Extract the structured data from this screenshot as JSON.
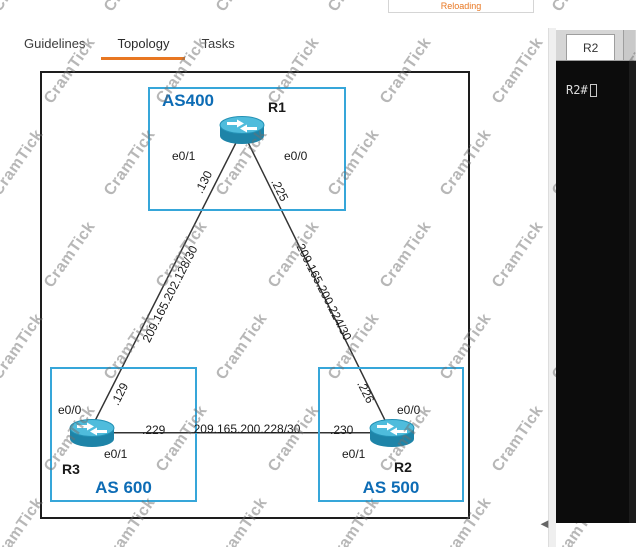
{
  "watermark": {
    "text": "CramTick"
  },
  "top_fragment": {
    "text": "Reloading"
  },
  "tabs": [
    {
      "label": "Guidelines"
    },
    {
      "label": "Topology"
    },
    {
      "label": "Tasks"
    }
  ],
  "terminal": {
    "tab": "R2",
    "prompt": "R2#"
  },
  "icons": {
    "collapse_left": "◄"
  },
  "topology": {
    "as400": {
      "label": "AS400",
      "router": "R1",
      "if_left": "e0/1",
      "if_right": "e0/0"
    },
    "as600": {
      "label": "AS 600",
      "router": "R3",
      "if_top": "e0/0",
      "if_right": "e0/1"
    },
    "as500": {
      "label": "AS 500",
      "router": "R2",
      "if_top": "e0/0",
      "if_left": "e0/1"
    },
    "links": [
      {
        "name": "R1-R3",
        "subnet": "209.165.202.128/30",
        "end_a": ".130",
        "end_b": ".129"
      },
      {
        "name": "R1-R2",
        "subnet": "209.165.200.224/30",
        "end_a": ".225",
        "end_b": ".226"
      },
      {
        "name": "R3-R2",
        "subnet": "209.165.200.228/30",
        "end_a": ".229",
        "end_b": ".230"
      }
    ]
  }
}
